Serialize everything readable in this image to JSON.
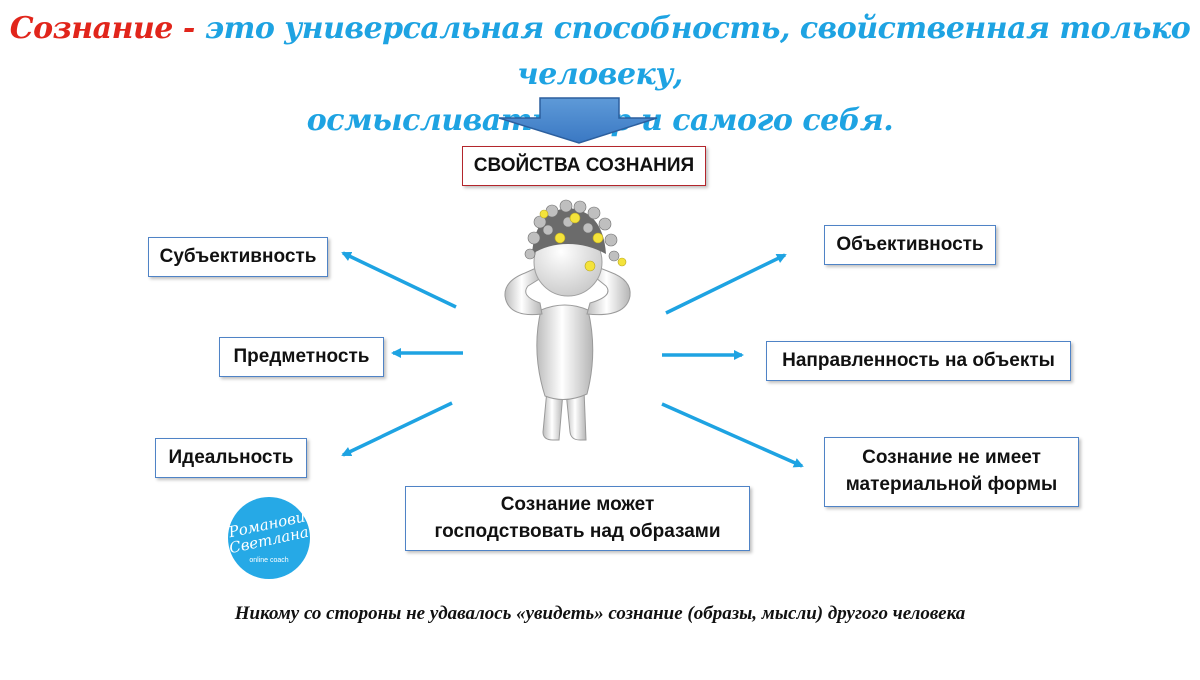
{
  "title": {
    "term": "Сознание",
    "dash": "-",
    "definition_line1": "это универсальная способность, свойственная только человеку,",
    "definition_line2": "осмысливать мир и самого себя."
  },
  "header": "СВОЙСТВА СОЗНАНИЯ",
  "properties": {
    "subjectivity": "Субъективность",
    "objectness": "Предметность",
    "ideality": "Идеальность",
    "objectivity": "Объективность",
    "directedness": "Направленность на объекты",
    "no_material_form": "Сознание не имеет материальной формы",
    "dominate_images": "Сознание может господствовать над образами"
  },
  "footer": "Никому со стороны не удавалось «увидеть» сознание (образы, мысли) другого человека",
  "logo": {
    "line1": "Романович",
    "line2": "Светлана",
    "line3": "online coach"
  },
  "colors": {
    "title_blue": "#1ea3e2",
    "title_red": "#e1251b",
    "arrow_blue": "#1ea3e2",
    "box_border": "#4f83c6",
    "header_border": "#b3262c",
    "logo_blue": "#26a9e6"
  }
}
